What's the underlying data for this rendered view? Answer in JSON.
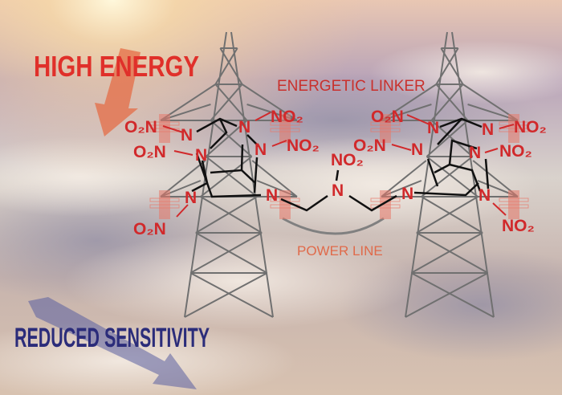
{
  "headline_top": "HIGH ENERGY",
  "headline_bottom": "REDUCED SENSITIVITY",
  "label_linker": "ENERGETIC LINKER",
  "label_powerline": "POWER LINE",
  "colors": {
    "red": "#d1292b",
    "navy": "#2b2c7a",
    "tower": "#707070",
    "bond": "#111111"
  },
  "molecule": {
    "left": {
      "groups": [
        "O₂N",
        "O₂N",
        "O₂N",
        "NO₂",
        "NO₂"
      ],
      "atoms": [
        "N",
        "N",
        "N",
        "N",
        "N",
        "N"
      ]
    },
    "linker": {
      "group": "NO₂",
      "atoms": [
        "N",
        "N",
        "N"
      ]
    },
    "right": {
      "groups": [
        "O₂N",
        "O₂N",
        "NO₂",
        "NO₂",
        "NO₂"
      ],
      "atoms": [
        "N",
        "N",
        "N",
        "N",
        "N",
        "N"
      ]
    }
  }
}
